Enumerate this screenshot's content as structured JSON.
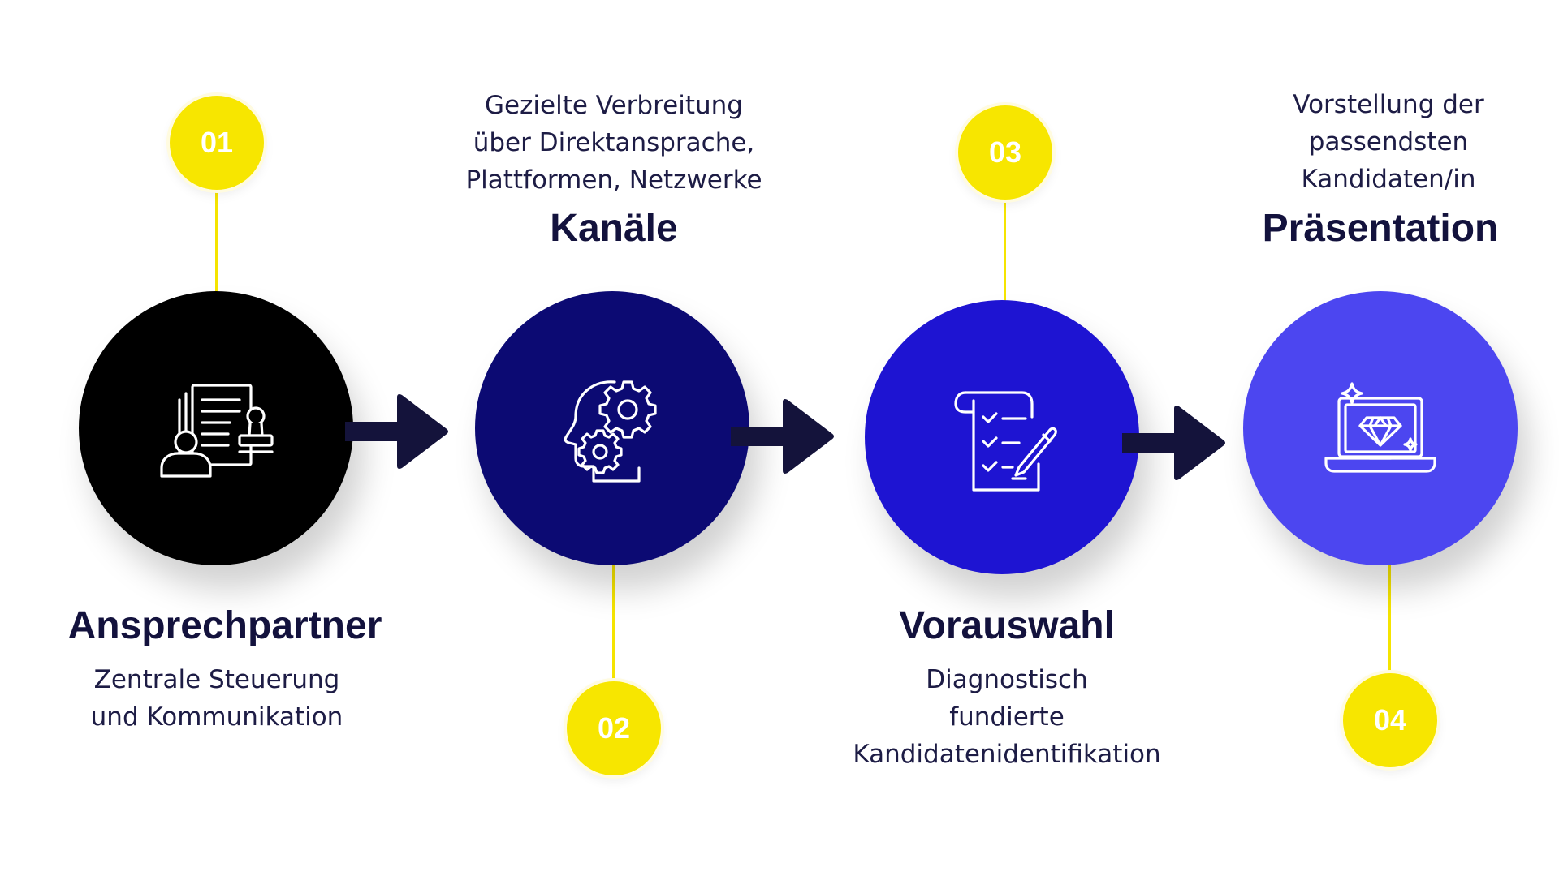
{
  "colors": {
    "badge": "#f7e600",
    "connector": "#f5e400",
    "arrow": "#14133b",
    "text": "#13123d",
    "step_1": "#000000",
    "step_2": "#0c0a73",
    "step_3": "#1e14d2",
    "step_4": "#4c46f0",
    "icon_stroke": "#ffffff"
  },
  "steps": [
    {
      "number": "01",
      "title": "Ansprechpartner",
      "description": "Zentrale Steuerung\nund Kommunikation",
      "icon": "contract-stamp-person-icon"
    },
    {
      "number": "02",
      "title": "Kanäle",
      "description": "Gezielte Verbreitung\nüber Direktansprache,\nPlattformen, Netzwerke",
      "icon": "head-gears-icon"
    },
    {
      "number": "03",
      "title": "Vorauswahl",
      "description": "Diagnostisch\nfundierte\nKandidatenidentifikation",
      "icon": "checklist-pencil-icon"
    },
    {
      "number": "04",
      "title": "Präsentation",
      "description": "Vorstellung der\npassendsten\nKandidaten/in",
      "icon": "laptop-diamond-icon"
    }
  ]
}
